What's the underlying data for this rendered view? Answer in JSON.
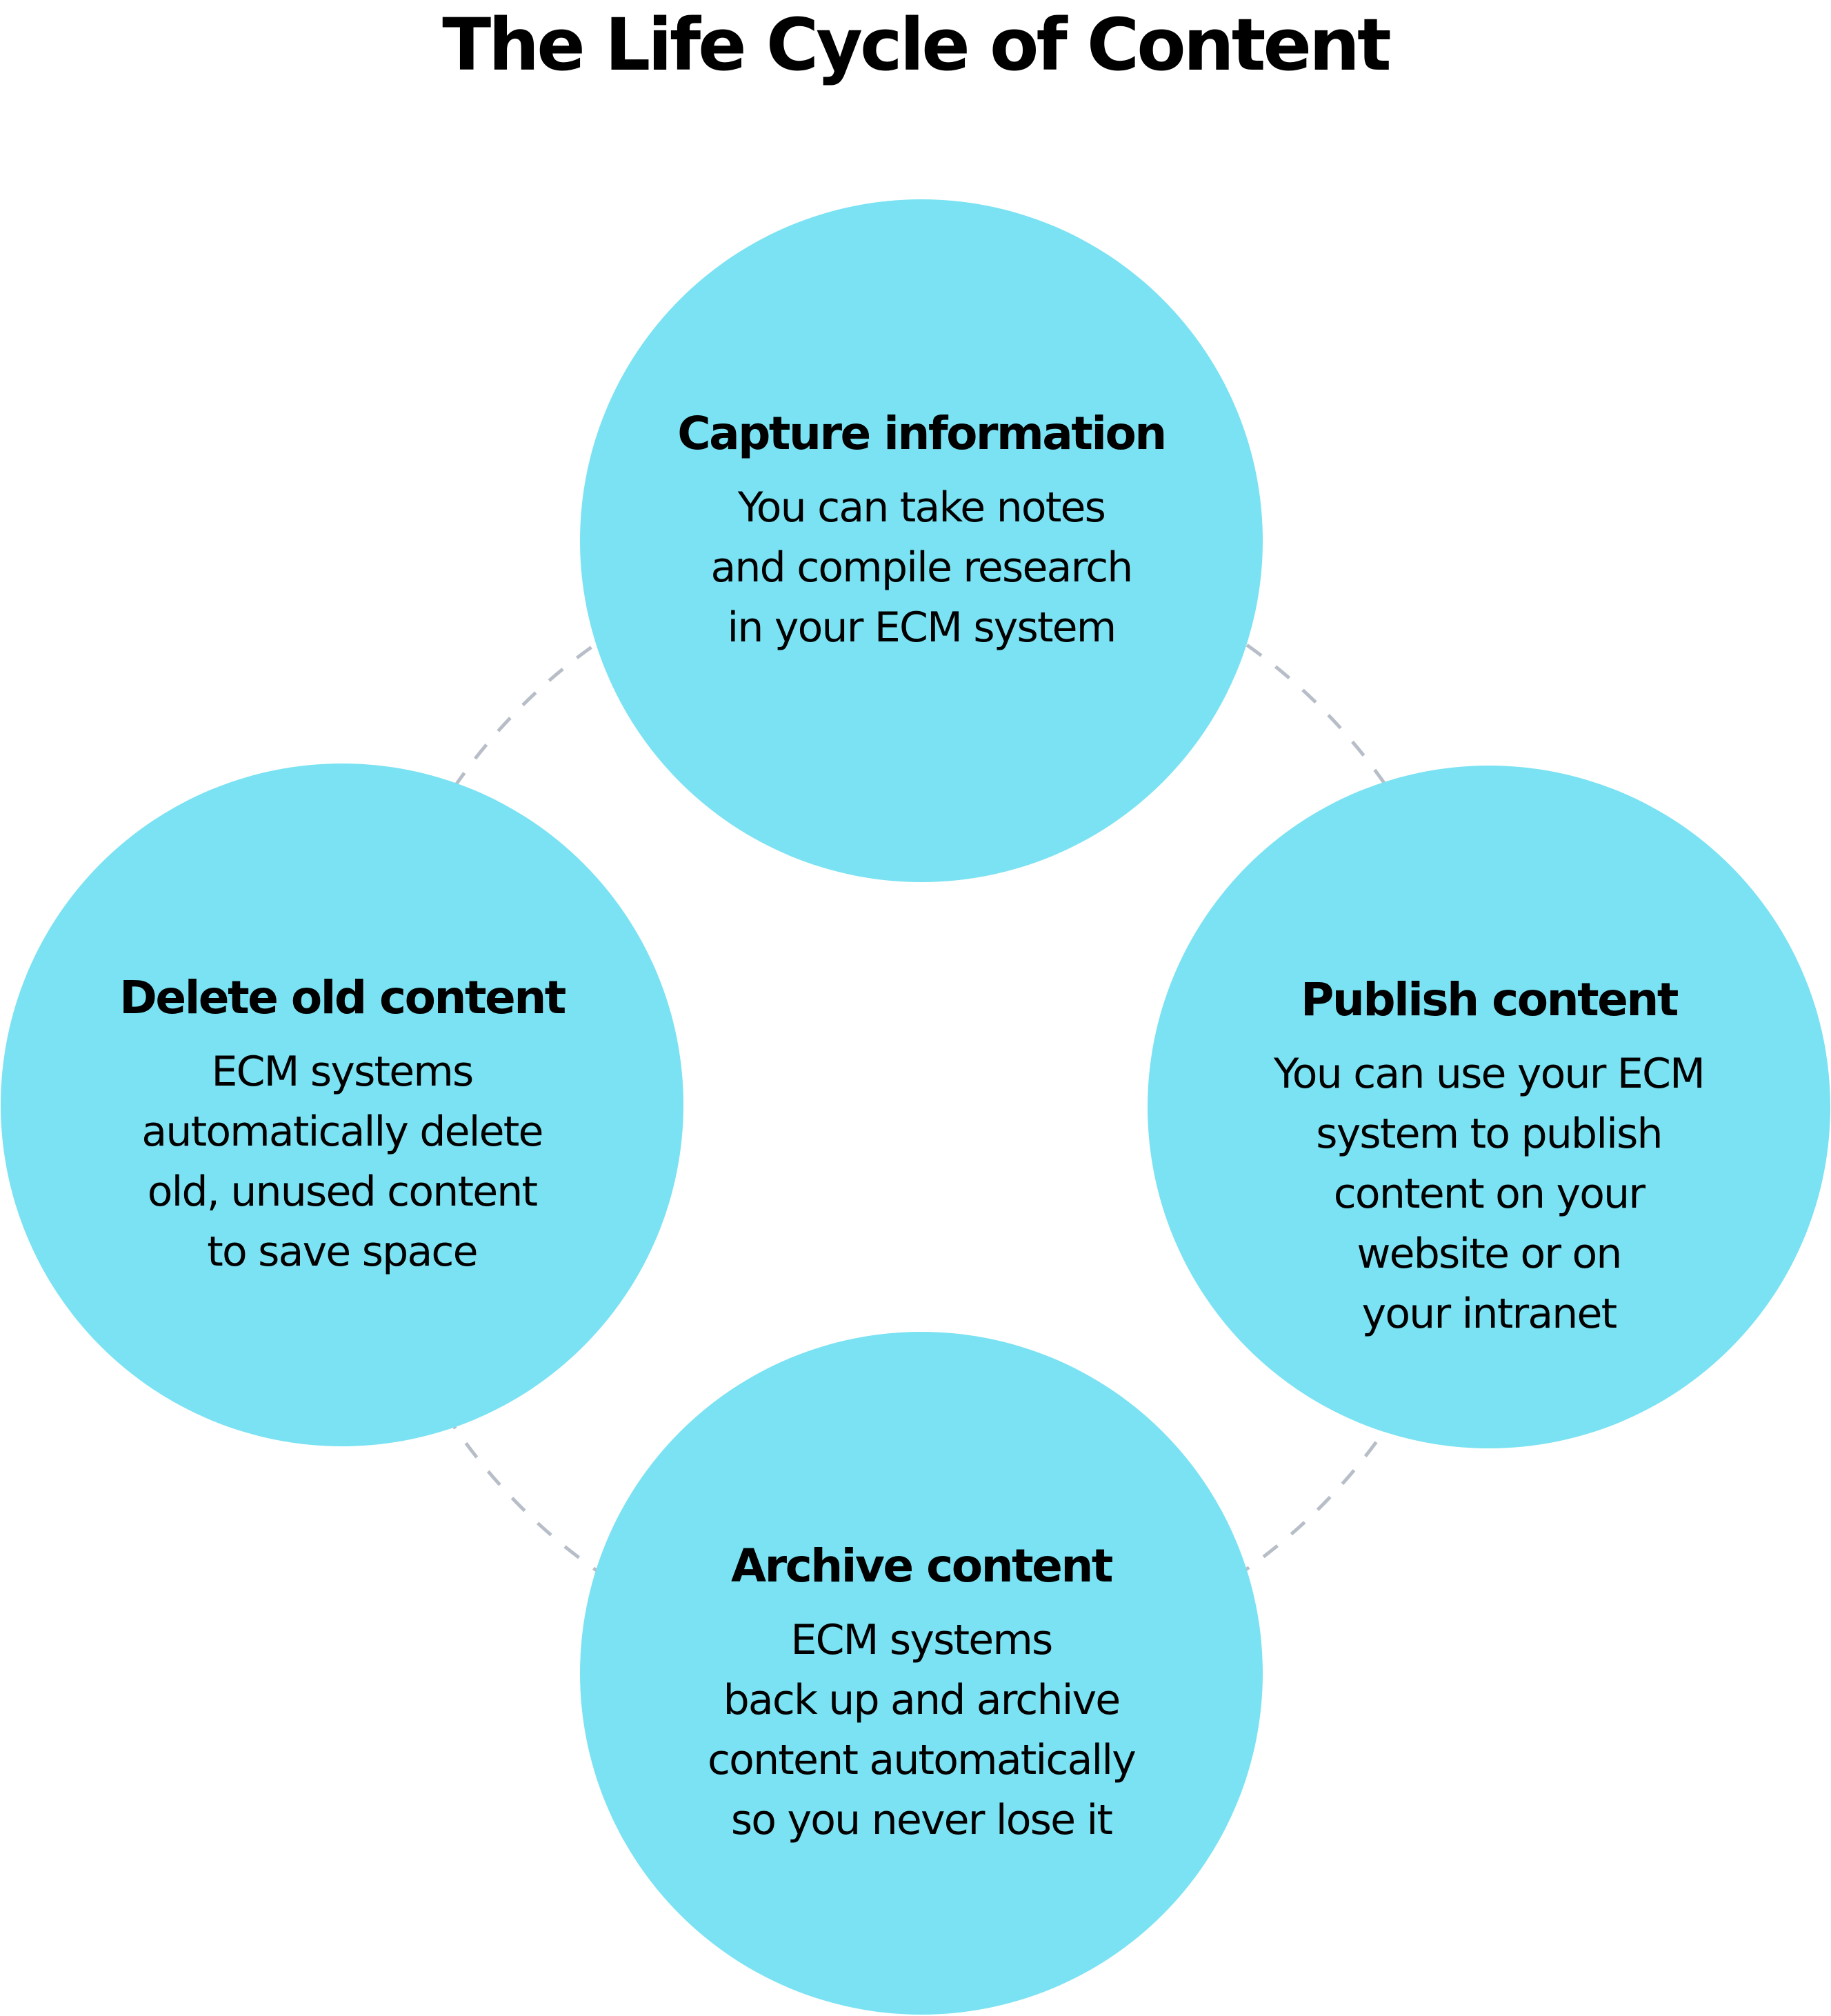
{
  "title": "The Life Cycle of Content",
  "colors": {
    "circle_fill": "#7ae2f2",
    "connector": "#b8bec8",
    "text": "#000000"
  },
  "stages": [
    {
      "id": "capture",
      "heading": "Capture information",
      "lines": [
        "You can take notes",
        "and compile research",
        "in your ECM system"
      ]
    },
    {
      "id": "publish",
      "heading": "Publish content",
      "lines": [
        "You can use your ECM",
        "system to publish",
        "content on your",
        "website or on",
        "your intranet"
      ]
    },
    {
      "id": "archive",
      "heading": "Archive content",
      "lines": [
        "ECM systems",
        "back up and archive",
        "content automatically",
        "so you never lose it"
      ]
    },
    {
      "id": "delete",
      "heading": "Delete old content",
      "lines": [
        "ECM systems",
        "automatically delete",
        "old, unused content",
        "to save space"
      ]
    }
  ]
}
